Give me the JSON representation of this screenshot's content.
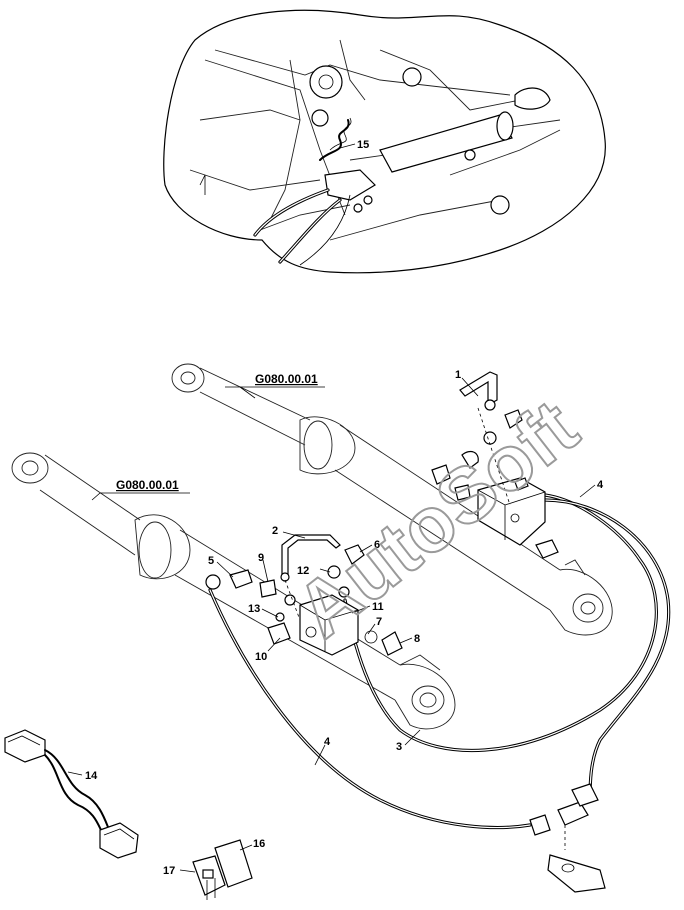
{
  "watermark": "AutoSoft",
  "references": [
    "G080.00.01",
    "G080.00.01"
  ],
  "callouts": [
    "1",
    "2",
    "3",
    "4",
    "4",
    "5",
    "6",
    "7",
    "8",
    "9",
    "10",
    "11",
    "12",
    "13",
    "14",
    "15",
    "16",
    "17"
  ]
}
